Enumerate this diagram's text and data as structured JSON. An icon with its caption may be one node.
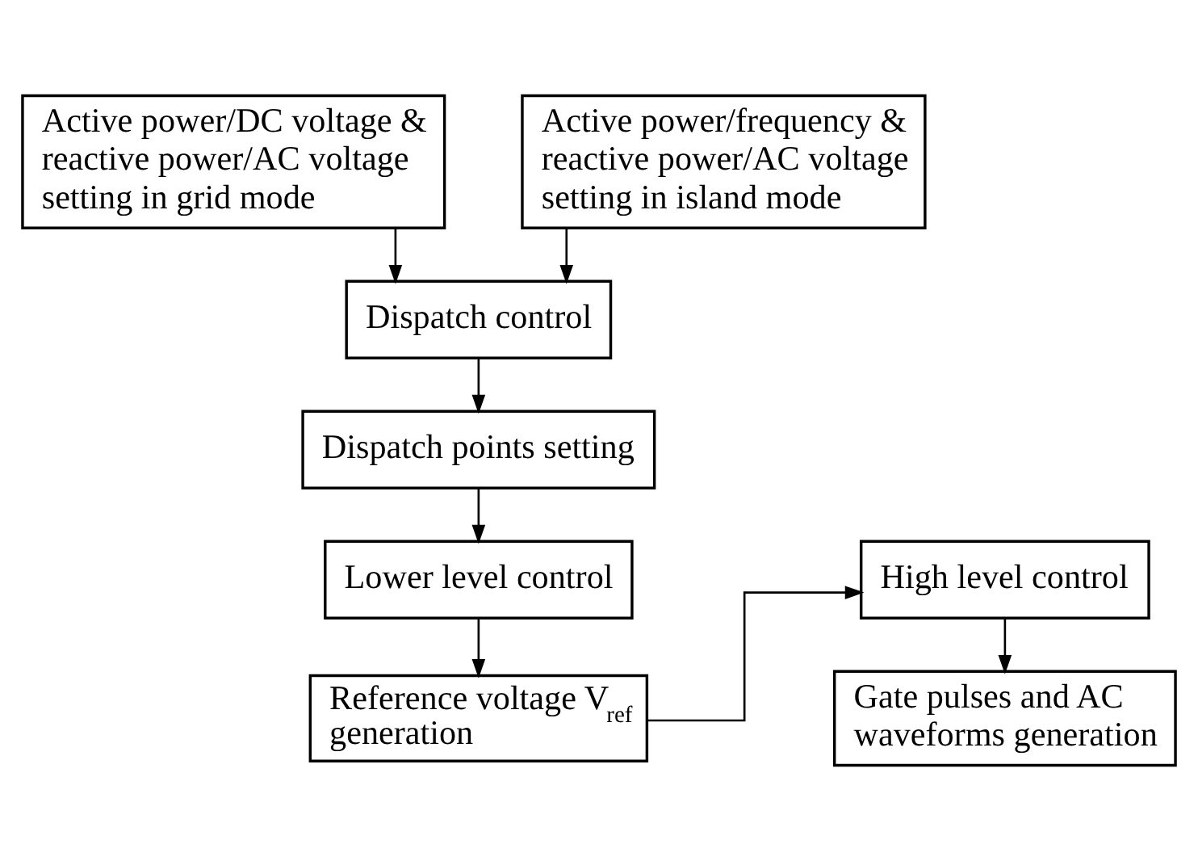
{
  "diagram": {
    "nodes": [
      {
        "text": [
          "Active power/DC voltage & reactive power/AC voltage setting in grid mode"
        ]
      },
      {
        "text": [
          "Active power/frequency & reactive power/AC voltage setting in island mode"
        ]
      },
      {
        "text": [
          "Dispatch control"
        ]
      },
      {
        "text": [
          "Dispatch points setting"
        ]
      },
      {
        "text": [
          "Lower level control"
        ]
      },
      {
        "text": [
          "Reference voltage V$_{ref}$ generation"
        ]
      },
      {
        "text": [
          "High level control"
        ]
      },
      {
        "text": [
          "Gate pulses and AC waveforms generation"
        ]
      }
    ],
    "edges": [
      {
        "from": 0,
        "to": 2,
        "arrow": "to"
      },
      {
        "from": 1,
        "to": 2,
        "arrow": "to"
      },
      {
        "from": 2,
        "to": 3,
        "arrow": "to"
      },
      {
        "from": 3,
        "to": 4,
        "arrow": "to"
      },
      {
        "from": 4,
        "to": 5,
        "arrow": "to"
      },
      {
        "from": 5,
        "to": 6,
        "arrow": "to"
      },
      {
        "from": 6,
        "to": 7,
        "arrow": "to"
      }
    ]
  }
}
